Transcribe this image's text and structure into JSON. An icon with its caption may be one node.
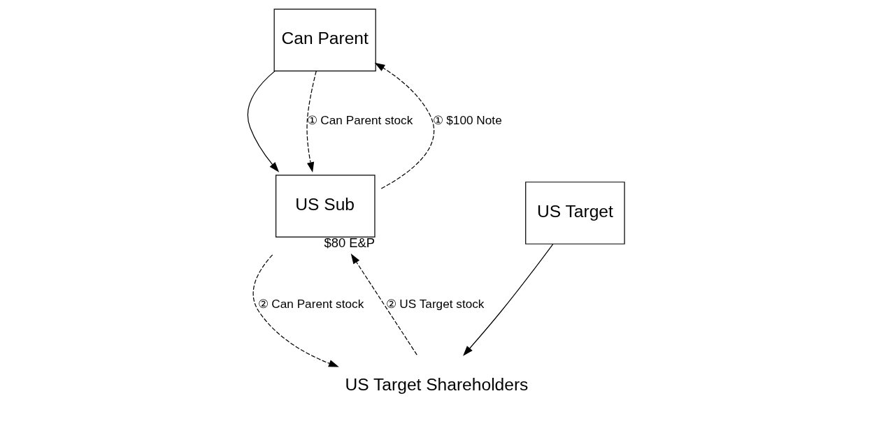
{
  "diagram": {
    "nodes": [
      {
        "text": [
          "Can Parent"
        ]
      },
      {
        "text": [
          "US Sub"
        ],
        "beside": [
          "$80 E&P"
        ]
      },
      {
        "text": [
          "US Target Shareholders"
        ]
      },
      {
        "text": [
          "US Target"
        ]
      }
    ],
    "edges": [
      {
        "from": 0,
        "to": 1,
        "arrow": "to"
      },
      {
        "from": 1,
        "to": 0,
        "arrow": "to",
        "style": "dashed",
        "label": "① $100 Note"
      },
      {
        "from": 0,
        "to": 1,
        "arrow": "to",
        "style": "dashed",
        "label": "① Can Parent stock"
      },
      {
        "from": 2,
        "to": 1,
        "arrow": "to",
        "style": "dashed",
        "label": "② US Target stock"
      },
      {
        "from": 1,
        "to": 2,
        "arrow": "to",
        "style": "dashed",
        "label": "② Can Parent stock"
      },
      {
        "from": 3,
        "to": 2,
        "arrow": "to"
      }
    ]
  }
}
